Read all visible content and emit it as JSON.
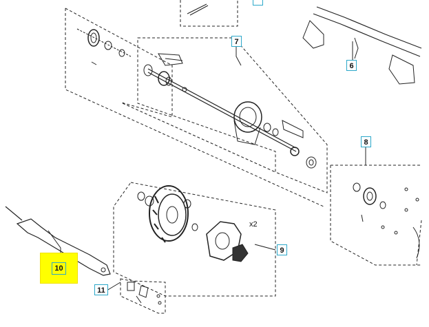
{
  "callouts": {
    "c6": "6",
    "c7": "7",
    "c8": "8",
    "c9": "9",
    "c10": "10",
    "c11": "11"
  },
  "multiplier": "x2",
  "colors": {
    "callout_border": "#2aa7c9",
    "highlight": "#ffff00",
    "line": "#222222"
  }
}
